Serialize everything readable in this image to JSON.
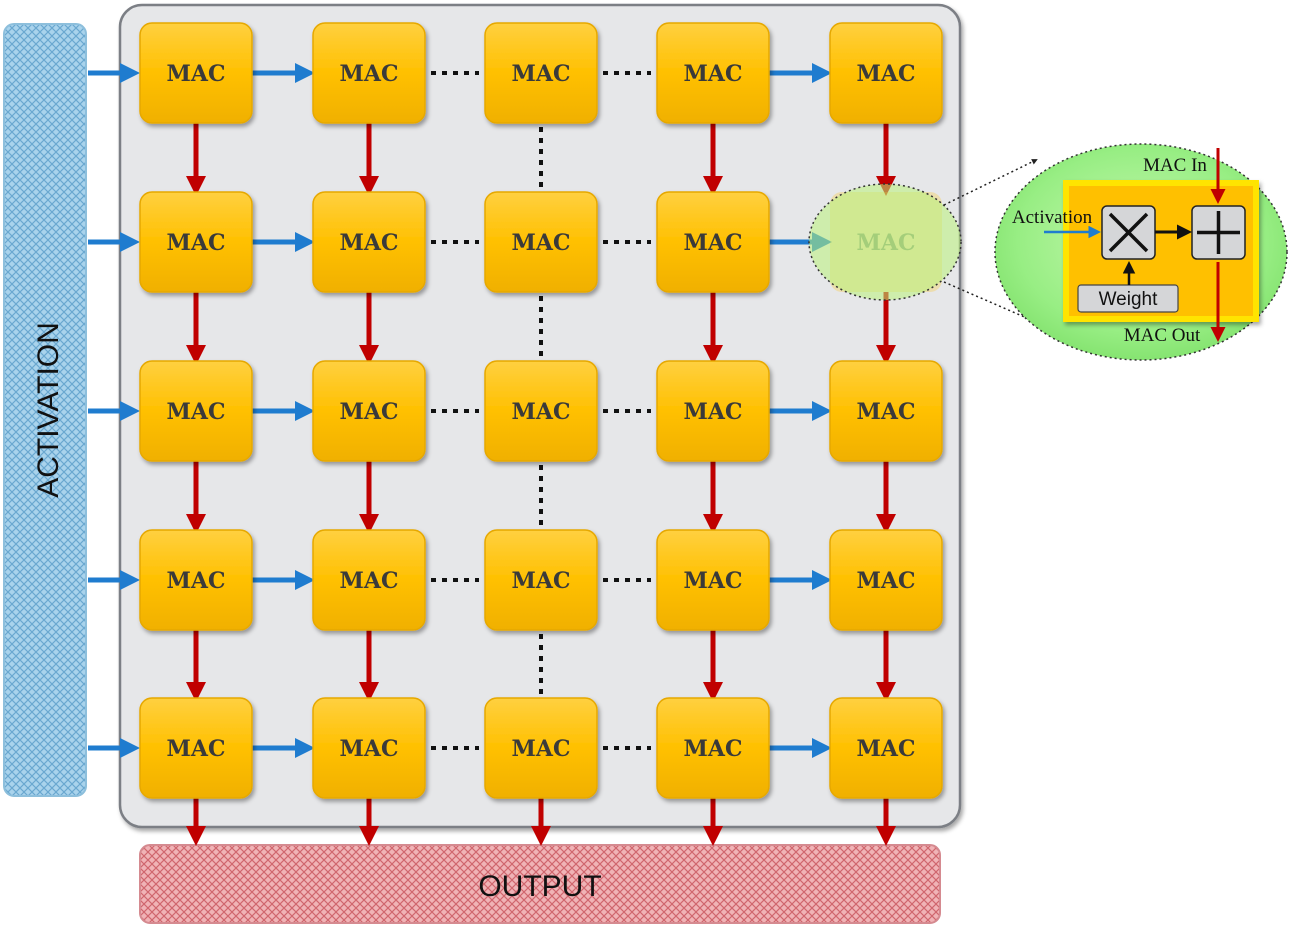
{
  "mac_label": "MAC",
  "activation_bar": {
    "label": "ACTIVATION"
  },
  "output_bar": {
    "label": "OUTPUT"
  },
  "zoom": {
    "mac_in": "MAC In",
    "mac_out": "MAC Out",
    "activation": "Activation",
    "weight": "Weight"
  },
  "colors": {
    "mac_fill": "#ffc000",
    "mac_border": "#e6a800",
    "activation_arrow": "#1f7ccf",
    "output_arrow": "#c00000",
    "array_panel": "#e7e8ea",
    "activation_bar": "#9fcde8",
    "output_bar": "#e9a3a7",
    "zoom_bubble": "#8ef07a"
  },
  "grid": {
    "rows": 5,
    "cols": 5,
    "dotted_column": 3,
    "highlighted_cell": "row-2-col-5"
  }
}
